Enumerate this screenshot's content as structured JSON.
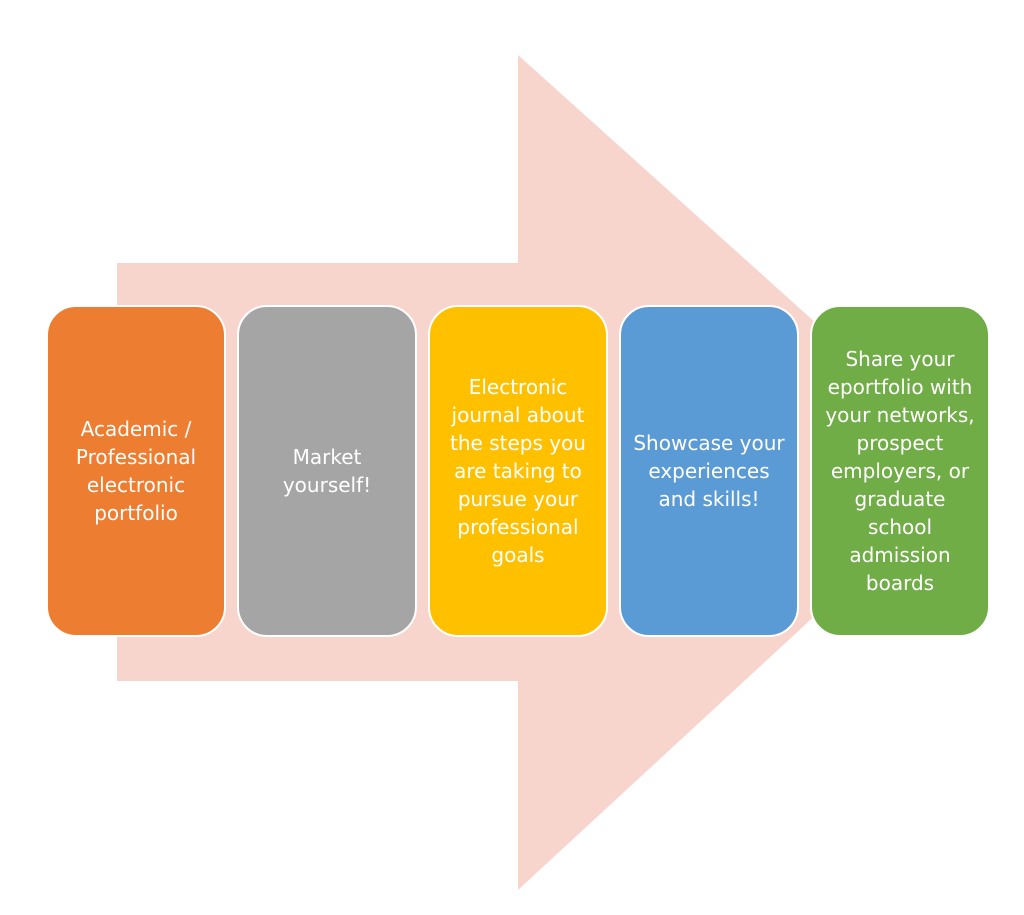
{
  "steps": [
    {
      "label": "Academic / Professional electronic portfolio",
      "color": "#ED7D31"
    },
    {
      "label": "Market yourself!",
      "color": "#A5A5A5"
    },
    {
      "label": "Electronic journal about the steps you are taking to pursue your professional goals",
      "color": "#FFC000"
    },
    {
      "label": "Showcase your experiences and skills!",
      "color": "#5B9BD5"
    },
    {
      "label": "Share your eportfolio with your networks, prospect employers, or graduate school admission boards",
      "color": "#70AD47"
    }
  ],
  "arrow_color": "#F8D5CC"
}
